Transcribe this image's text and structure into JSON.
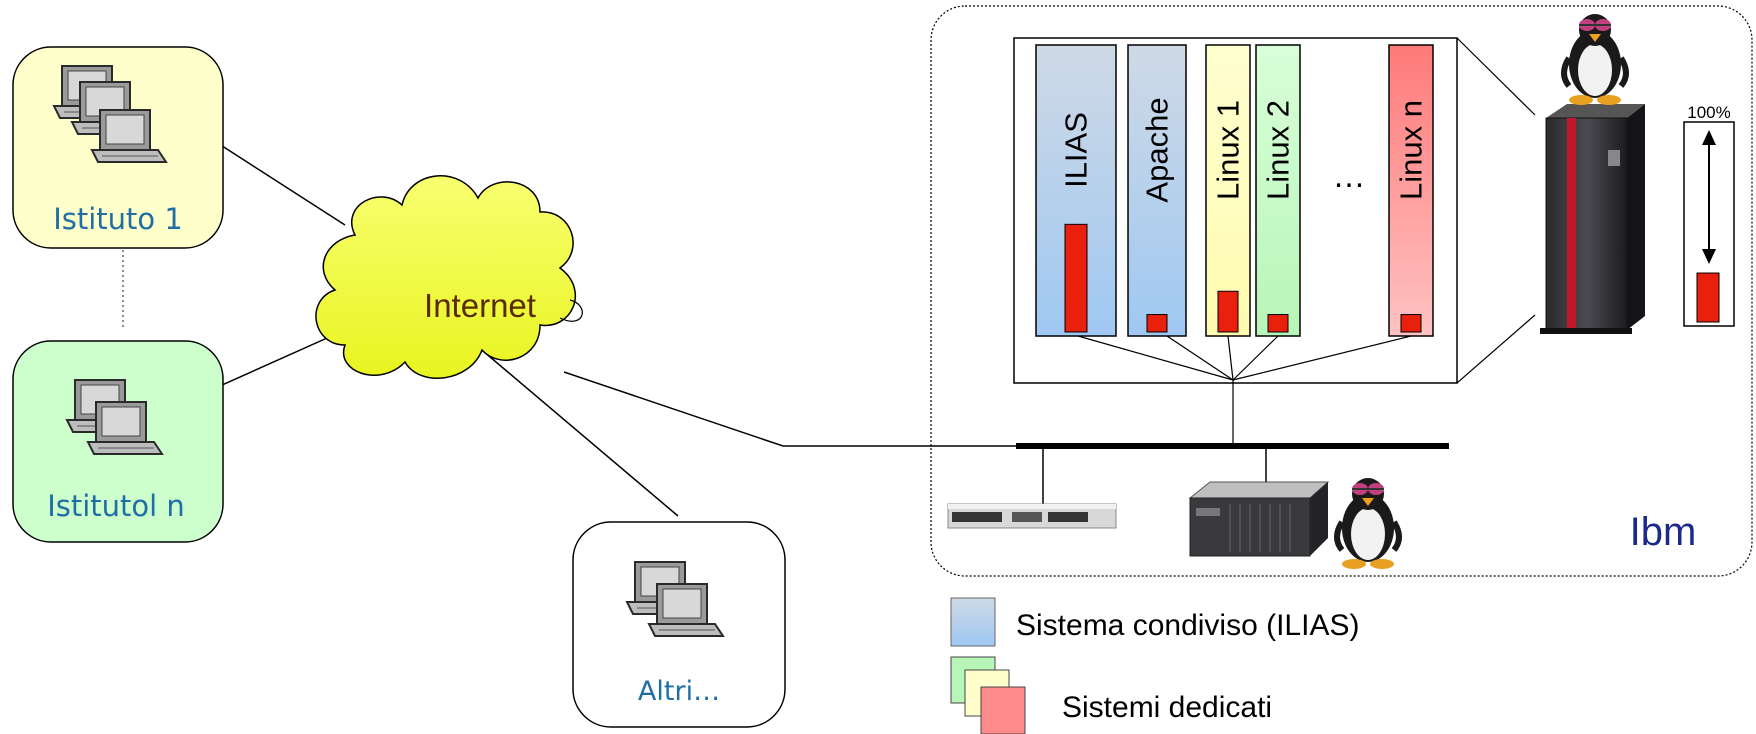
{
  "sites": {
    "istituto1": {
      "label": "Istituto 1"
    },
    "istituto_n": {
      "label": "Istitutol n"
    },
    "altri": {
      "label": "Altri…"
    }
  },
  "cloud": {
    "label": "Internet"
  },
  "ibm": {
    "label": "Ibm",
    "partitions": [
      {
        "label": "ILIAS",
        "color": "#bcd3ef",
        "usage": 0.37
      },
      {
        "label": "Apache",
        "color": "#bcd3ef",
        "usage": 0.06
      },
      {
        "label": "Linux 1",
        "color": "#ffffcc",
        "usage": 0.14
      },
      {
        "label": "Linux 2",
        "color": "#ccffcc",
        "usage": 0.06
      },
      {
        "label": "Linux n",
        "color": "#ff8080",
        "usage": 0.06
      }
    ],
    "ellipsis": "…",
    "capacity": {
      "label": "100%",
      "usage": 0.24
    }
  },
  "legend": {
    "shared": "Sistema condiviso (ILIAS)",
    "dedicated": "Sistemi dedicati"
  },
  "colors": {
    "usage_bar": "#e8200c",
    "site_yellow": "#ffffcc",
    "site_green": "#ccffcc",
    "site_label": "#1f6ea6",
    "cloud_fill": "#f2ff4a",
    "cloud_text": "#5a2a00",
    "ibm_label": "#1a2a8a"
  }
}
